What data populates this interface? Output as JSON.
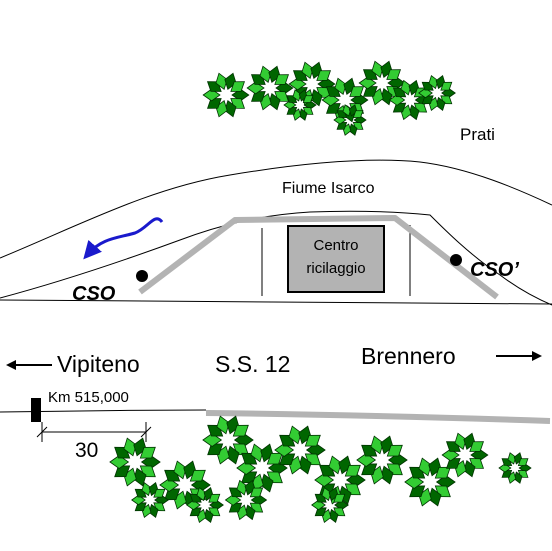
{
  "labels": {
    "prati": "Prati",
    "fiume": "Fiume Isarco",
    "centro_line1": "Centro",
    "centro_line2": "ricilaggio",
    "cso_left": "CSO",
    "cso_right": "CSO’",
    "vipiteno": "Vipiteno",
    "ss12": "S.S. 12",
    "brennero": "Brennero",
    "km": "Km 515,000",
    "distance": "30"
  },
  "colors": {
    "road": "#b3b3b3",
    "flow_arrow": "#1a1acc",
    "building_fill": "#b3b3b3",
    "foliage_dark": "#006600",
    "foliage_light": "#33cc33"
  },
  "icons": {
    "flow": "curved-arrow-left",
    "direction_left": "arrow-left",
    "direction_right": "arrow-right",
    "marker": "km-post",
    "tree": "shrub-cluster"
  }
}
